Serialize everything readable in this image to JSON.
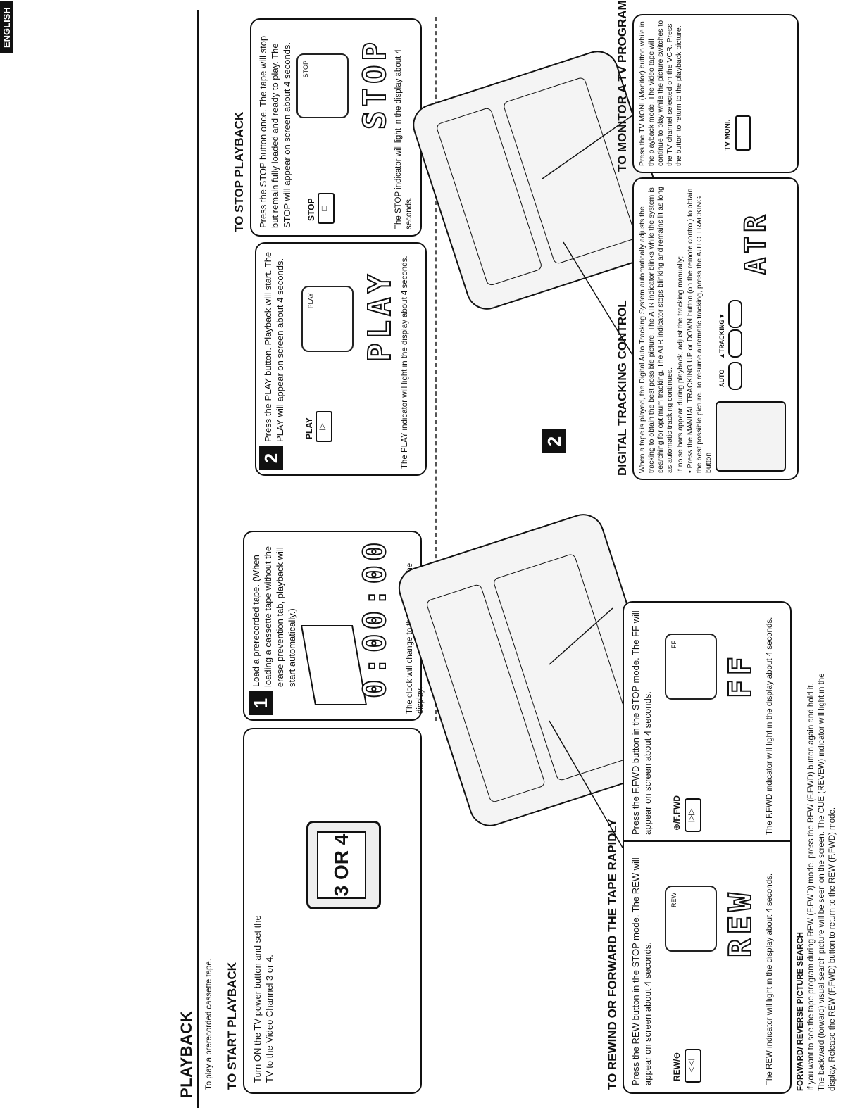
{
  "language_tab": "ENGLISH",
  "page_title": "PLAYBACK",
  "intro": "To play a prerecorded cassette tape.",
  "start_playback": {
    "heading": "TO START PLAYBACK",
    "text": "Turn ON the TV power button and set the TV to the Video Channel 3 or 4.",
    "tv_channel": "3 OR 4"
  },
  "step1": {
    "number": "1",
    "text": "Load a prerecorded tape. (When loading a cassette tape without the erase prevention tab, playback will start automatically.)",
    "note": "The clock will change to the counter in the display.",
    "display": "0:00:00"
  },
  "step2": {
    "number": "2",
    "text": "Press the PLAY button. Playback will start. The PLAY will appear on screen about 4 seconds.",
    "button_label": "PLAY",
    "screen_label": "PLAY",
    "note": "The PLAY indicator will light in the display about 4 seconds.",
    "display": "PLAY"
  },
  "stop_playback": {
    "heading": "TO STOP PLAYBACK",
    "text": "Press the STOP button once. The tape will stop but remain fully loaded and ready to play. The STOP will appear on screen about 4 seconds.",
    "button_label": "STOP",
    "screen_label": "STOP",
    "note": "The STOP indicator will light in the display about 4 seconds.",
    "display": "STOP"
  },
  "rewind_forward": {
    "heading": "TO REWIND OR FORWARD THE TAPE RAPIDLY",
    "rew_text": "Press the REW button in the STOP mode. The REW will appear on screen about 4 seconds.",
    "rew_button_label": "REW/⊖",
    "rew_screen_label": "REW",
    "rew_note": "The REW indicator will light in the display about 4 seconds.",
    "rew_display": "REW",
    "ff_text": "Press the F.FWD button in the STOP mode. The FF will appear on screen about 4 seconds.",
    "ff_button_label": "⊕/F.FWD",
    "ff_screen_label": "FF",
    "ff_note": "The F.FWD indicator will light in the display about 4 seconds.",
    "ff_display": "FF"
  },
  "picture_search": {
    "heading": "FORWARD/ REVERSE PICTURE SEARCH",
    "line1": "If you want to see the tape program during REW (F.FWD) mode, press the REW (F.FWD) button again and hold it.",
    "line2": "The backward (forward) visual search picture will be seen on the screen. The CUE (REVEW) indicator will light in the",
    "line3": "display. Release the REW (F.FWD) button to return to the REW (F.FWD) mode."
  },
  "tracking": {
    "heading": "DIGITAL TRACKING CONTROL",
    "text": "When a tape is played, the Digital Auto Tracking System automatically adjusts the tracking to obtain the best possible picture. The ATR indicator blinks while the system is searching for optimum tracking. The ATR indicator stops blinking and remains lit as long as automatic tracking continues.",
    "text2": "If noise bars appear during playback, adjust the tracking manually;",
    "text3": "• Press the MANUAL TRACKING UP or DOWN button (on the remote control) to obtain the best possible picture. To resume automatic tracking, press the AUTO TRACKING button",
    "auto_label": "AUTO",
    "tracking_up_label": "▲TRACKING▼",
    "display": "ATR"
  },
  "monitor": {
    "heading": "TO MONITOR A TV PROGRAM",
    "text": "Press the TV MONI.(Monitor) button while in the playback mode. The video tape will continue to play while the picture switches to the TV channel selected on the VCR. Press the button to return to the playback picture.",
    "button_label": "TV MONI."
  }
}
